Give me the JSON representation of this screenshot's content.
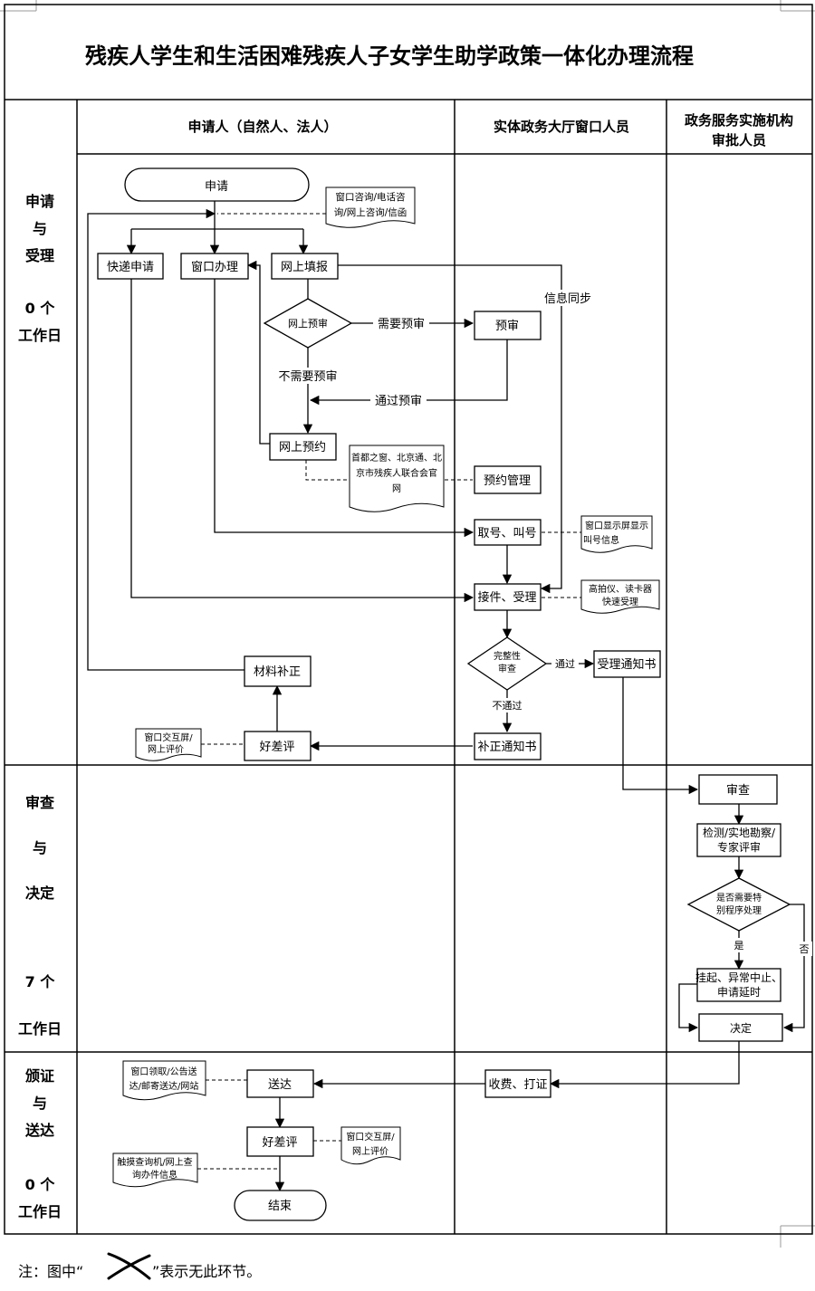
{
  "title": "残疾人学生和生活困难残疾人子女学生助学政策一体化办理流程",
  "lanes": {
    "applicant": "申请人（自然人、法人）",
    "window_staff": "实体政务大厅窗口人员",
    "approver_line1": "政务服务实施机构",
    "approver_line2": "审批人员"
  },
  "stages": {
    "s1": [
      "申请",
      "与",
      "受理"
    ],
    "s1_days": [
      "0 个",
      "工作日"
    ],
    "s2": [
      "审查",
      "与",
      "决定"
    ],
    "s2_days": [
      "7 个",
      "工作日"
    ],
    "s3": [
      "颁证",
      "与",
      "送达"
    ],
    "s3_days": [
      "0 个",
      "工作日"
    ]
  },
  "nodes": {
    "apply": "申请",
    "consult_doc": [
      "窗口咨询/电话咨",
      "询/网上咨询/信函"
    ],
    "express": "快递申请",
    "window": "窗口办理",
    "online_fill": "网上填报",
    "online_precheck": "网上预审",
    "precheck": "预审",
    "online_booking": "网上预约",
    "booking_doc": [
      "首都之窗、北京通、北",
      "京市残疾人联合会官",
      "网"
    ],
    "booking_mgmt": "预约管理",
    "take_number": "取号、叫号",
    "screen_doc": [
      "窗口显示屏显示",
      "叫号信息"
    ],
    "receive": "接件、受理",
    "scanner_doc": [
      "高拍仪、读卡器",
      "快速受理"
    ],
    "complete_check": [
      "完整性",
      "审查"
    ],
    "accept_notice": "受理通知书",
    "material_fix": "材料补正",
    "rating1": "好差评",
    "rating1_doc": [
      "窗口交互屏/",
      "网上评价"
    ],
    "fix_notice": "补正通知书",
    "review": "审查",
    "inspect": [
      "检测/实地勘察/",
      "专家评审"
    ],
    "special_check": [
      "是否需要特",
      "别程序处理"
    ],
    "suspend": [
      "挂起、异常中止、",
      "申请延时"
    ],
    "decision": "决定",
    "fee": "收费、打证",
    "deliver": "送达",
    "deliver_doc": [
      "窗口领取/公告送",
      "达/邮寄送达/网站"
    ],
    "rating2": "好差评",
    "rating2_doc": [
      "窗口交互屏/",
      "网上评价"
    ],
    "query_doc": [
      "触摸查询机/网上查",
      "询办件信息"
    ],
    "end": "结束"
  },
  "edges": {
    "need_precheck": "需要预审",
    "no_precheck": "不需要预审",
    "pass_precheck": "通过预审",
    "info_sync": "信息同步",
    "pass": "通过",
    "not_pass": "不通过",
    "yes": "是",
    "no": "否"
  },
  "note": {
    "prefix": "注：图中“",
    "suffix": "”表示无此环节。"
  }
}
